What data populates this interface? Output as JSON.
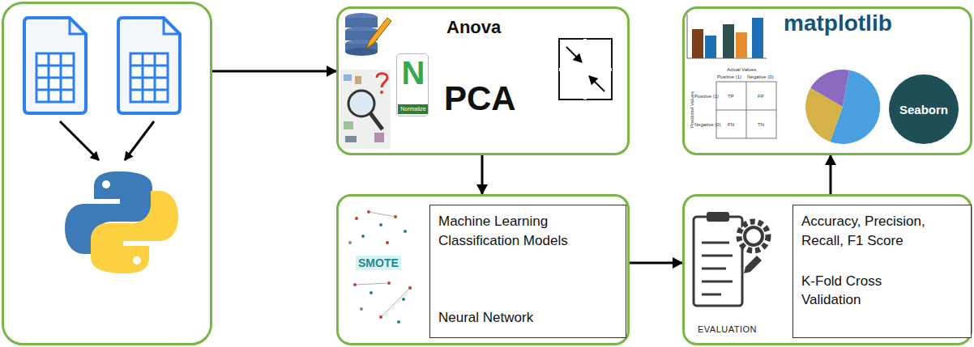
{
  "diagram": {
    "nodes": [
      {
        "text": []
      },
      {
        "text": [
          "Anova",
          "PCA"
        ]
      },
      {
        "text": [
          "N",
          "Normalize"
        ],
        "in": 1
      },
      {
        "text": [
          "SMOTE"
        ]
      },
      {
        "text": [
          "Machine Learning Classification Models",
          "Neural Network"
        ],
        "in": 3
      },
      {
        "text": [
          "EVALUATION"
        ]
      },
      {
        "text": [
          "Accuracy, Precision, Recall, F1 Score",
          "K-Fold Cross Validation"
        ],
        "in": 5
      },
      {
        "text": [
          "matplotlib"
        ]
      },
      {
        "text": [
          "Seaborn"
        ],
        "in": 7
      }
    ],
    "edges": [
      {
        "from": 0,
        "to": 1,
        "arrow": "to"
      },
      {
        "from": 1,
        "to": 3,
        "arrow": "to"
      },
      {
        "from": 3,
        "to": 5,
        "arrow": "to"
      },
      {
        "from": 5,
        "to": 7,
        "arrow": "to"
      }
    ],
    "labels": [
      "Actual Values",
      "Positive (1)",
      "Negative (0)",
      "Predicted Values",
      "Positive (1)",
      "TP",
      "FP",
      "Negative (0)",
      "FN",
      "TN"
    ]
  }
}
